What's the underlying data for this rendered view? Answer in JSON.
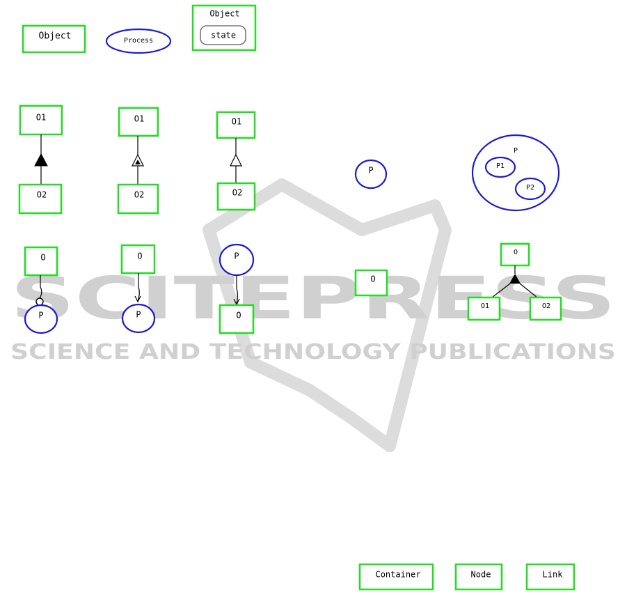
{
  "watermark": {
    "title": "SCITEPRESS",
    "subtitle": "SCIENCE AND TECHNOLOGY PUBLICATIONS"
  },
  "legend": {
    "object_label": "Object",
    "process_label": "Process",
    "stateful_object_label": "Object",
    "state_label": "state"
  },
  "aggregation": {
    "top": "O1",
    "bottom": "O2"
  },
  "exhibition": {
    "top": "O1",
    "bottom": "O2"
  },
  "generalization": {
    "top": "O1",
    "bottom": "O2"
  },
  "agent": {
    "object": "O",
    "process": "P"
  },
  "instrument": {
    "object": "O",
    "process": "P"
  },
  "result": {
    "process": "P",
    "object": "O"
  },
  "standalone_process": {
    "label": "P"
  },
  "standalone_object": {
    "label": "O"
  },
  "zoom": {
    "outer": "P",
    "inner1": "P1",
    "inner2": "P2"
  },
  "tree": {
    "parent": "O",
    "child1": "O1",
    "child2": "O2"
  },
  "buttons": {
    "container": "Container",
    "node": "Node",
    "link": "Link"
  }
}
